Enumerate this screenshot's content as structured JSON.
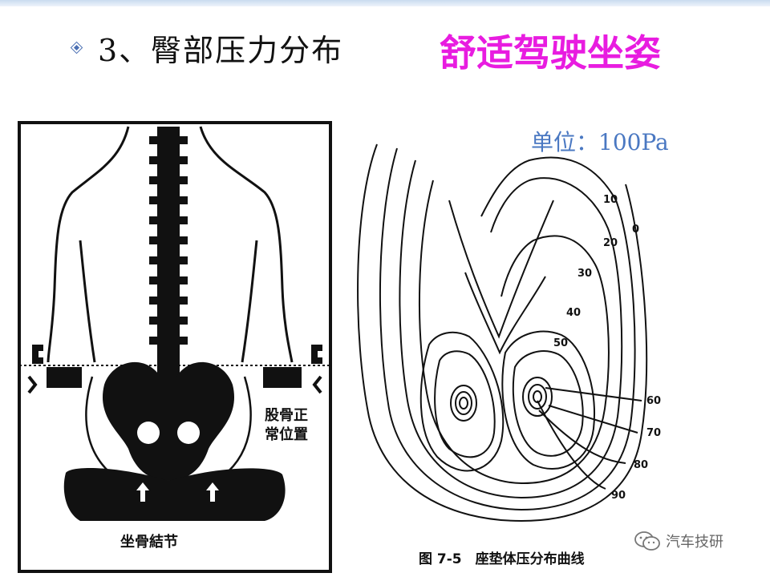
{
  "slide": {
    "title": "3、臀部压力分布",
    "highlight_title": "舒适驾驶坐姿"
  },
  "left_figure": {
    "label_femur_line1": "股骨正",
    "label_femur_line2": "常位置",
    "label_bottom": "坐骨結节"
  },
  "right_figure": {
    "unit": "单位：100Pa",
    "caption": "图 7-5　座垫体压分布曲线",
    "contour_labels": [
      "10",
      "0",
      "20",
      "30",
      "40",
      "50",
      "60",
      "70",
      "80",
      "90"
    ]
  },
  "watermark": {
    "text": "汽车技研",
    "icon": "wechat-icon"
  }
}
